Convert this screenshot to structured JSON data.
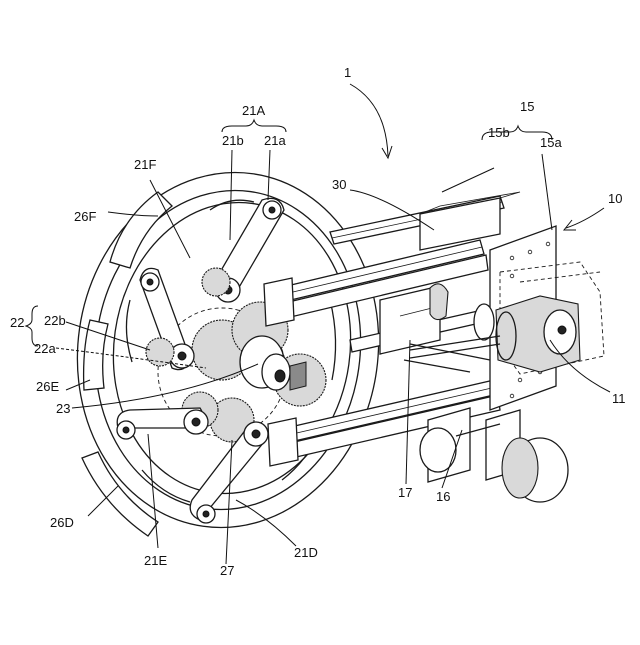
{
  "figure": {
    "labels": {
      "l1": "1",
      "l10": "10",
      "l11": "11",
      "l15": "15",
      "l15a": "15a",
      "l15b": "15b",
      "l16": "16",
      "l17": "17",
      "l21A": "21A",
      "l21a": "21a",
      "l21b": "21b",
      "l21D": "21D",
      "l21E": "21E",
      "l21F": "21F",
      "l22": "22",
      "l22a": "22a",
      "l22b": "22b",
      "l23": "23",
      "l26D": "26D",
      "l26E": "26E",
      "l26F": "26F",
      "l27": "27",
      "l30": "30"
    }
  }
}
